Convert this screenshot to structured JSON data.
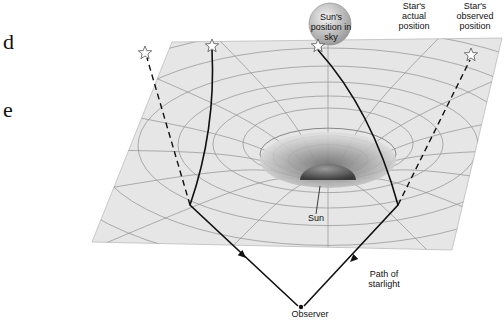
{
  "diagram": {
    "labels": [
      "Sun's position in sky",
      "Star's actual position",
      "Star's observed position",
      "Sun",
      "Path of starlight",
      "Observer",
      "d",
      "e"
    ]
  }
}
